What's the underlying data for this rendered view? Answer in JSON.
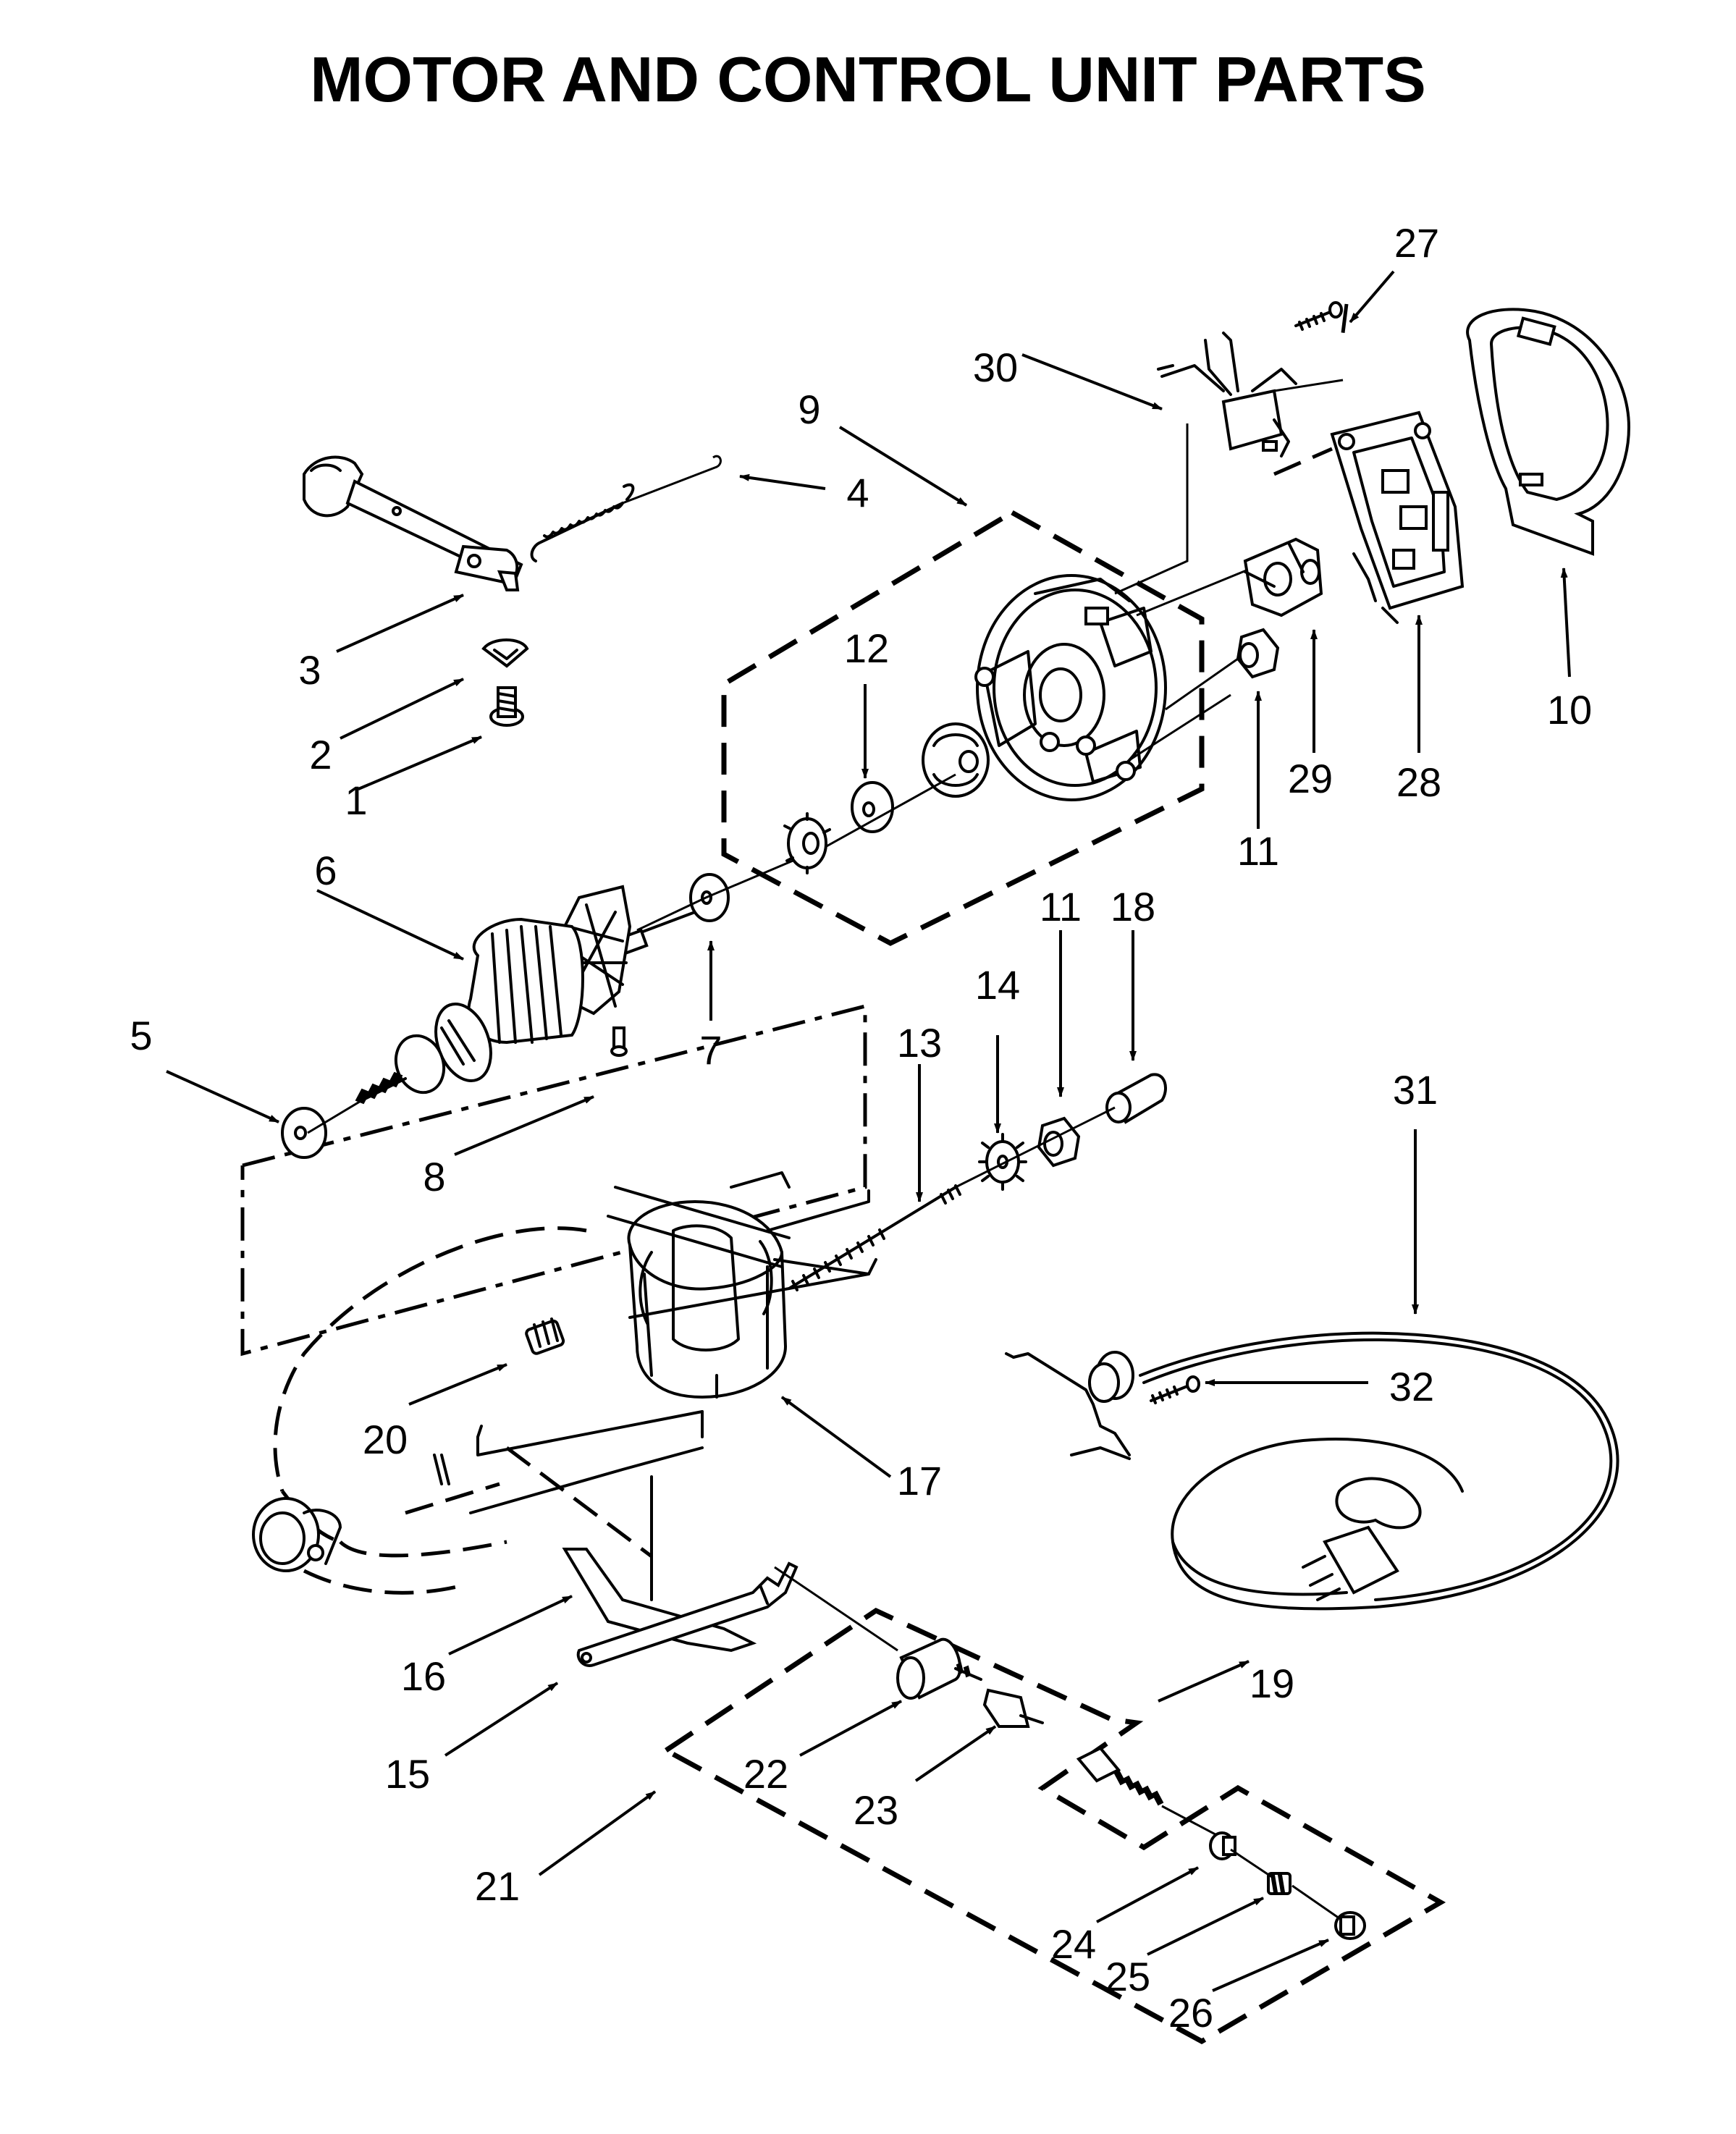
{
  "title": "MOTOR AND CONTROL UNIT PARTS",
  "callouts": {
    "c1": "1",
    "c2": "2",
    "c3": "3",
    "c4": "4",
    "c5": "5",
    "c6": "6",
    "c7": "7",
    "c8": "8",
    "c9": "9",
    "c10": "10",
    "c11a": "11",
    "c11b": "11",
    "c12": "12",
    "c13": "13",
    "c14": "14",
    "c15": "15",
    "c16": "16",
    "c17": "17",
    "c18": "18",
    "c19": "19",
    "c20": "20",
    "c21": "21",
    "c22": "22",
    "c23": "23",
    "c24": "24",
    "c25": "25",
    "c26": "26",
    "c27": "27",
    "c28": "28",
    "c29": "29",
    "c30": "30",
    "c31": "31",
    "c32": "32"
  }
}
